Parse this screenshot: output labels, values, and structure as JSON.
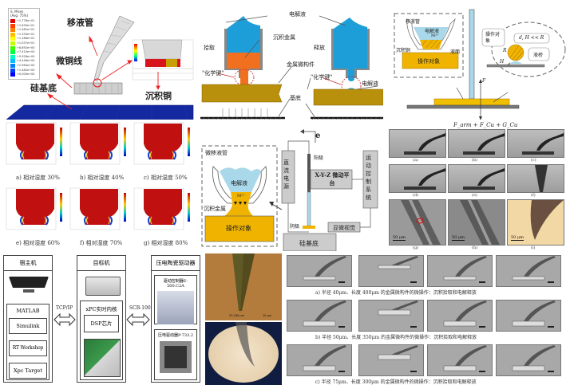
{
  "panel_fem": {
    "legend_title": "S, Mises",
    "legend_subtitle": "(Avg: 75%)",
    "legend_values": [
      "+1.778e+01",
      "+1.630e+01",
      "+1.482e+01",
      "+1.334e+01",
      "+1.186e+01",
      "+1.037e+01",
      "+8.892e+00",
      "+7.410e+00",
      "+5.928e+00",
      "+4.446e+00",
      "+2.964e+00",
      "+1.482e+00",
      "+0.000e+00"
    ],
    "legend_colors": [
      "#e00000",
      "#ff4000",
      "#ff8000",
      "#ffbf00",
      "#ffff00",
      "#bfff00",
      "#40ff00",
      "#00ff40",
      "#00ffbf",
      "#00bfff",
      "#0080ff",
      "#0040ff",
      "#0000ff"
    ],
    "label_pipette": "移液管",
    "label_wire": "微铜线",
    "label_substrate": "硅基底",
    "label_deposit": "沉积铜"
  },
  "panel_pickrelease": {
    "label_electrolyte_top": "电解液",
    "label_pick": "拾取",
    "label_release": "释放",
    "label_deposit_metal": "沉积金属",
    "label_metal_part": "金属微构件",
    "label_chem_bond_1": "\"化学键\"",
    "label_chem_bond_2": "\"化学键\"",
    "label_electrolyte_side": "电解液",
    "label_substrate": "基底"
  },
  "panel_force": {
    "label_pipette": "移液管",
    "label_electrolyte": "电解液",
    "label_ion": "M²⁺",
    "label_deposit_cu": "沉积铜",
    "label_liquid_surface": "液面",
    "label_object": "操作对象",
    "label_object_2": "操作对象",
    "label_condition": "d, H << R",
    "label_bridge": "液桥",
    "label_R": "R",
    "label_H": "H",
    "label_d": "d",
    "label_F": "F"
  },
  "panel_humidity": {
    "captions": [
      "a) 相对湿度 30%",
      "b) 相对湿度 40%",
      "c) 相对湿度 50%",
      "e) 相对湿度 60%",
      "f) 相对湿度 70%",
      "g) 相对湿度 80%"
    ]
  },
  "panel_system": {
    "label_e": "e",
    "label_micro_pipette": "微移液管",
    "label_electrolyte": "电解液",
    "label_ion": "M²⁺",
    "label_deposit_metal": "沉积金属",
    "label_object": "操作对象",
    "label_dc_power": "直流电源",
    "label_anode": "阳极",
    "label_cathode": "阴极",
    "label_xyz_stage": "X-Y-Z 微动平台",
    "label_motion_control": "运动控制系统",
    "label_microscope": "显微视觉",
    "label_silicon": "硅基底"
  },
  "panel_micrographs": {
    "formula": "F_arm + F_Cu + G_Cu",
    "labels_row1": [
      "(a)",
      "(b)",
      "(c)"
    ],
    "labels_row2": [
      "(d)",
      "(e)",
      "(f)"
    ],
    "labels_row3": [
      "(g)",
      "(h)",
      "(i)"
    ],
    "scale_bars": [
      "50 μm",
      "50 μm",
      "50 μm"
    ]
  },
  "panel_control": {
    "host_title": "宿主机",
    "host_items": [
      "MATLAB",
      "Simulink",
      "RT Workshop",
      "Xpc Target"
    ],
    "link_left": "TCP/IP",
    "target_title": "目标机",
    "target_items": [
      "xPC实时内核",
      "DSP芯片"
    ],
    "link_right": "SCB-100",
    "piezo_title": "压电陶瓷驱动器",
    "piezo_items": [
      "驱动控制器E-500.C2A",
      "压电驱动器P-733.2"
    ]
  },
  "panel_tip": {
    "scale_a": "20.166 μm",
    "scale_b": "10 μm"
  },
  "panel_sequence": {
    "captions": [
      "a) 半径 40μm、长度 400μm 的金属微构件的微操作：沉积拾取和电解释放",
      "b) 半径 50μm、长度 350μm 的金属微构件的微操作：沉积拾取和电解释放",
      "c) 半径 75μm、长度 300μm 的金属微构件的微操作：沉积拾取和电解释放"
    ]
  }
}
